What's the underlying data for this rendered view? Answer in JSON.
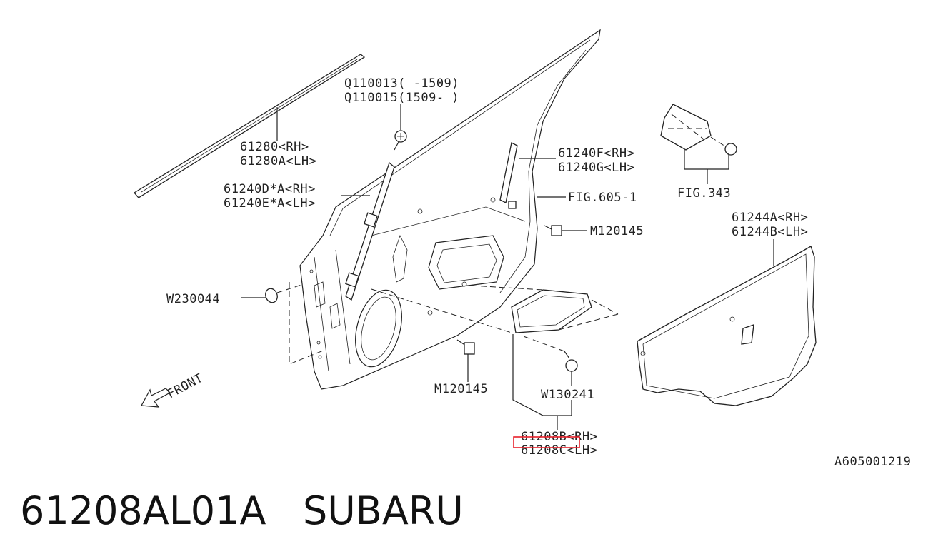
{
  "labels": {
    "q110013": "Q110013( -1509)",
    "q110015": "Q110015(1509- )",
    "p61280": "61280<RH>",
    "p61280a": "61280A<LH>",
    "p61240d": "61240D*A<RH>",
    "p61240e": "61240E*A<LH>",
    "p61240f": "61240F<RH>",
    "p61240g": "61240G<LH>",
    "fig605": "FIG.605-1",
    "m120145_right": "M120145",
    "fig343": "FIG.343",
    "p61244a": "61244A<RH>",
    "p61244b": "61244B<LH>",
    "w230044": "W230044",
    "m120145_bottom": "M120145",
    "w130241": "W130241",
    "p61208b": "61208B<RH>",
    "p61208c": "61208C<LH>",
    "front": "FRONT",
    "diagram_code": "A605001219"
  },
  "highlight": {
    "target": "61208B<RH>",
    "color": "#e8202a"
  },
  "footer": {
    "part_number": "61208AL01A",
    "brand": "SUBARU"
  }
}
